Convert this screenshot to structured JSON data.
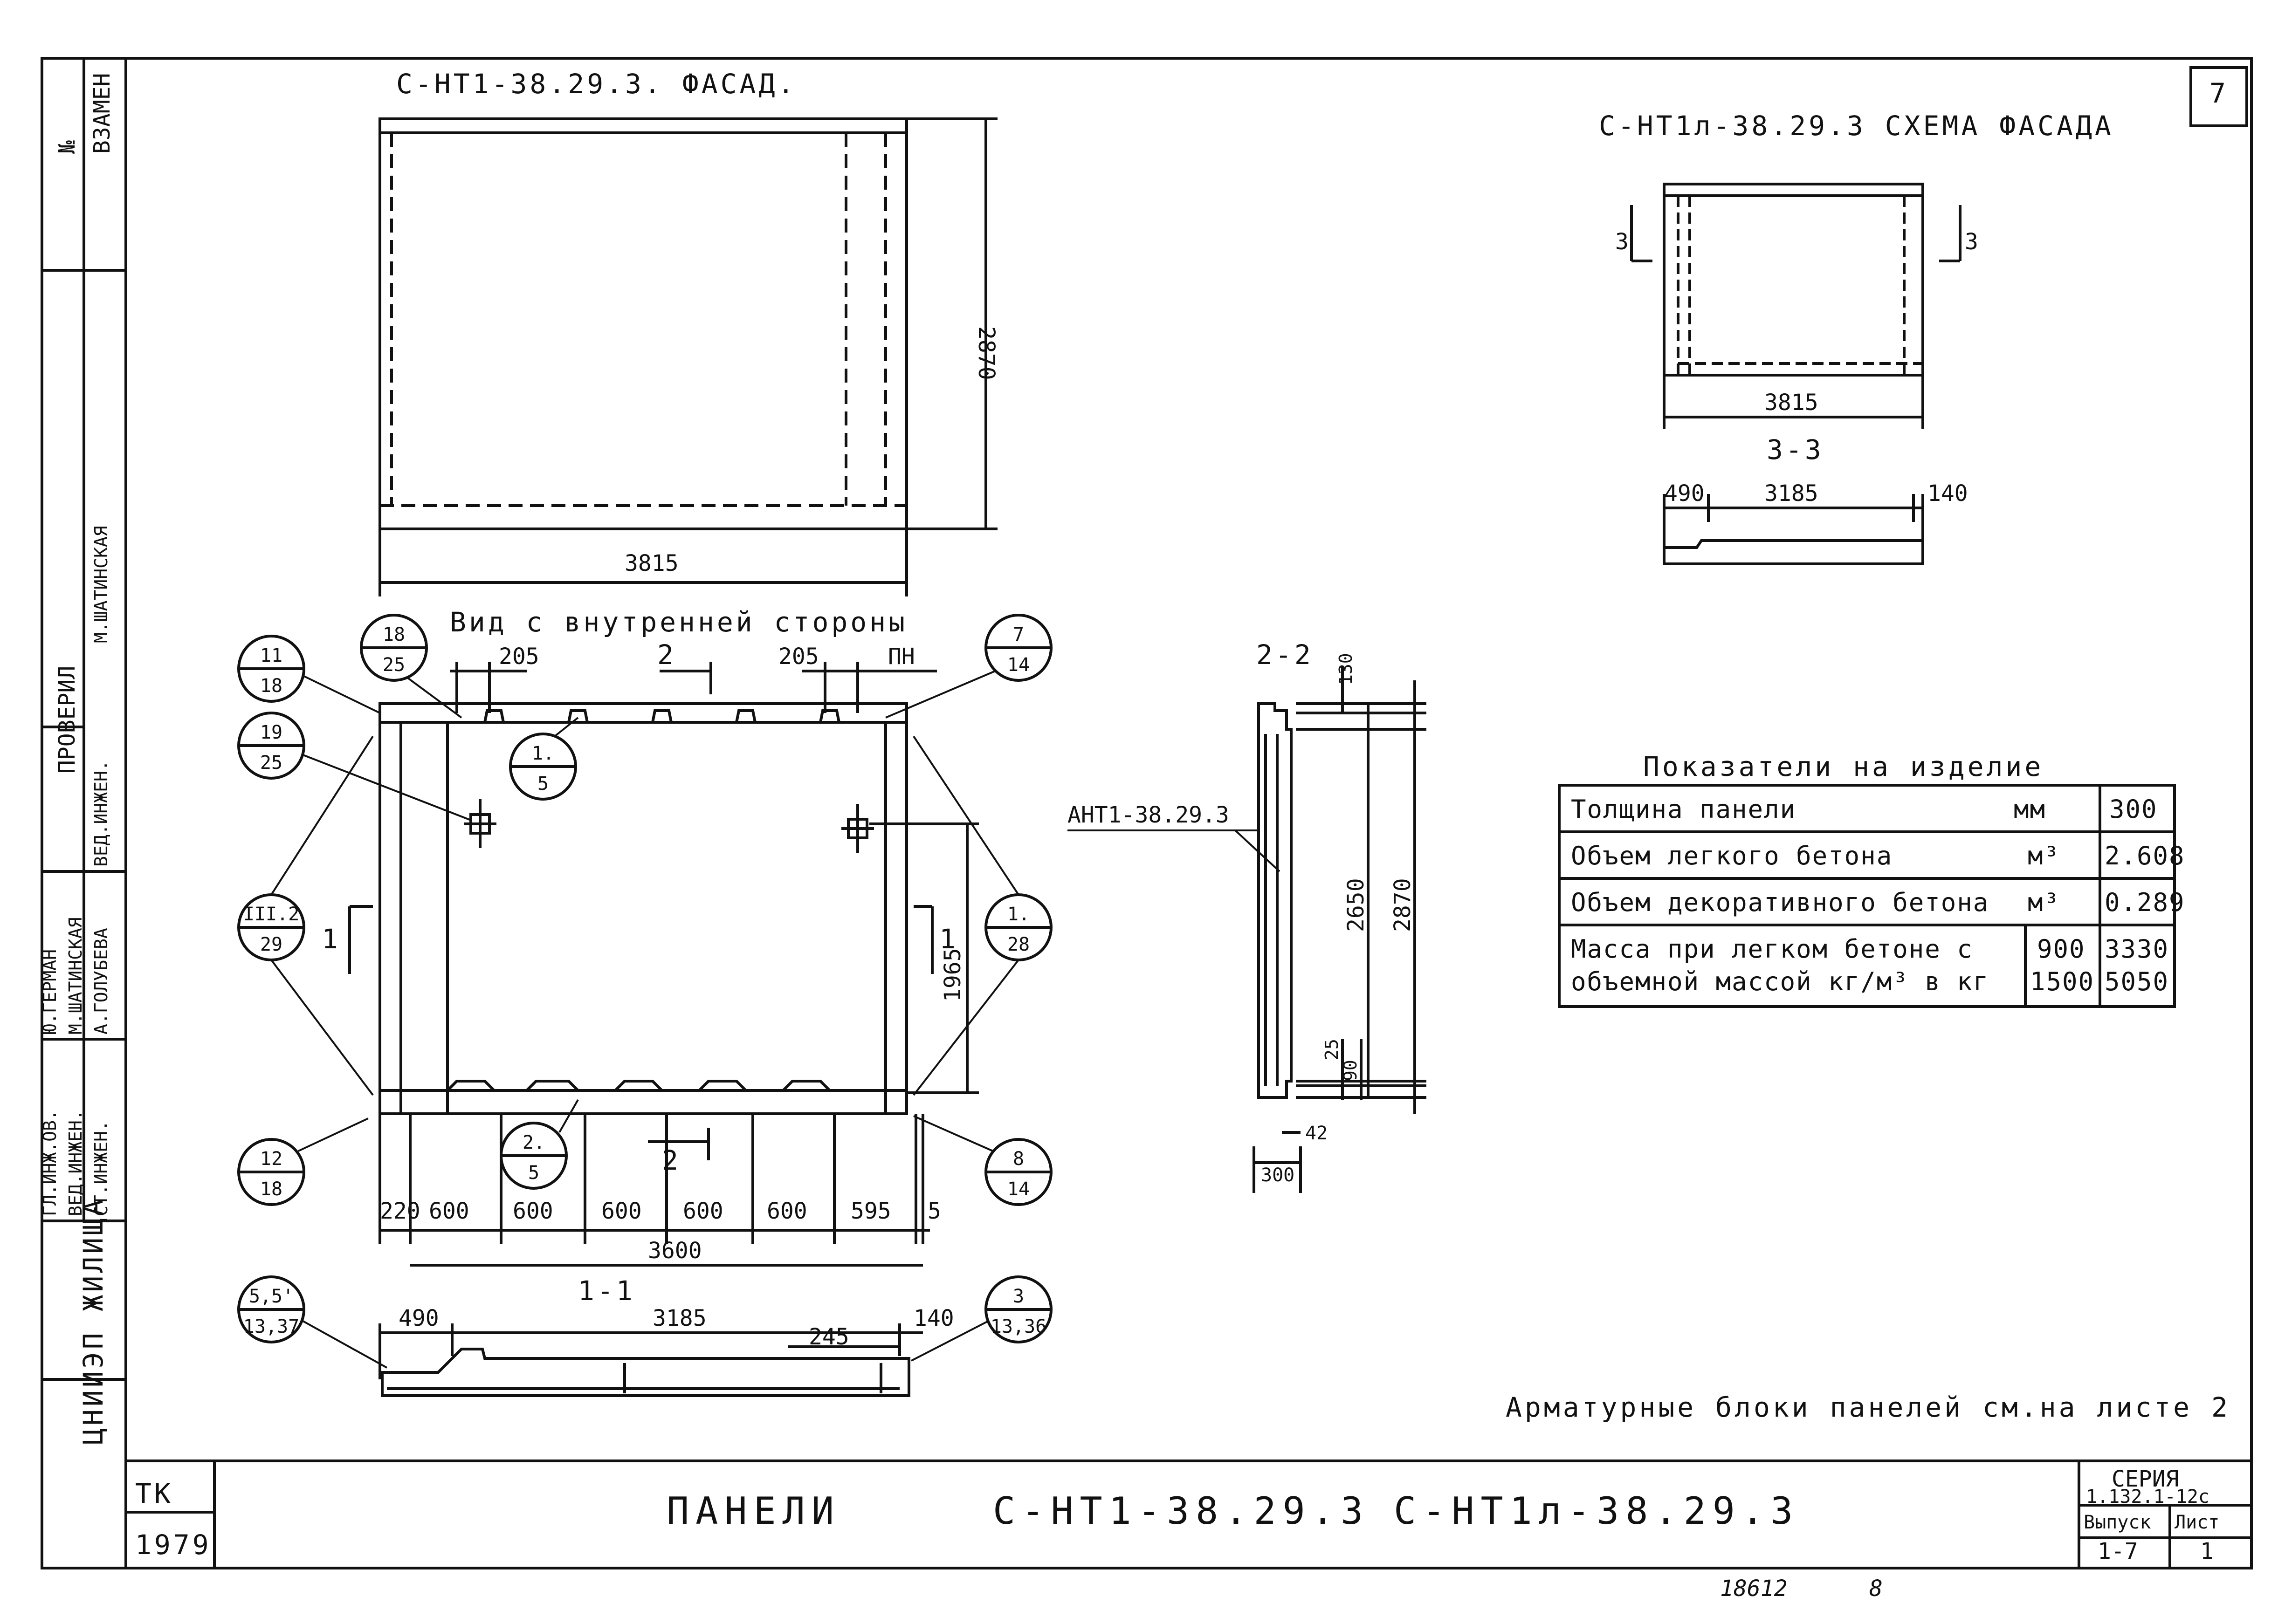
{
  "sheet_number": "7",
  "facade": {
    "title": "С-НТ1-38.29.3. ФАСАД.",
    "width": "3815",
    "height": "2870"
  },
  "facade_scheme": {
    "title": "С-НТ1л-38.29.3 СХЕМА ФАСАДА",
    "width": "3815",
    "cut_left": "3",
    "cut_right": "3"
  },
  "section_3_3": {
    "title": "3-3",
    "dims": [
      "490",
      "3185",
      "140"
    ]
  },
  "inner_view": {
    "title": "Вид с внутренней стороны",
    "top_dims": [
      "205",
      "205"
    ],
    "top_mark": "ПН",
    "cut_mark": "2",
    "bottom_dims": [
      "220",
      "600",
      "600",
      "600",
      "600",
      "600",
      "595",
      "5"
    ],
    "total_dim": "3600",
    "height_dim": "1965",
    "cut_side": "1",
    "callouts": [
      {
        "top": "18",
        "bottom": "25"
      },
      {
        "top": "7",
        "bottom": "14"
      },
      {
        "top": "11",
        "bottom": "18"
      },
      {
        "top": "19",
        "bottom": "25"
      },
      {
        "top": "1.",
        "bottom": "5"
      },
      {
        "top": "III.2",
        "bottom": "29"
      },
      {
        "top": "1.",
        "bottom": "28"
      },
      {
        "top": "12",
        "bottom": "18"
      },
      {
        "top": "2.",
        "bottom": "5"
      },
      {
        "top": "8",
        "bottom": "14"
      }
    ]
  },
  "section_1_1": {
    "title": "1-1",
    "dims": [
      "490",
      "3185",
      "140",
      "245"
    ],
    "callouts": [
      {
        "top": "5,5'",
        "bottom": "13,37"
      },
      {
        "top": "3",
        "bottom": "13,36"
      }
    ]
  },
  "section_2_2": {
    "title": "2-2",
    "label": "АНТ1-38.29.3",
    "dims": [
      "130",
      "2650",
      "2870",
      "25",
      "90",
      "42",
      "300"
    ]
  },
  "indicators": {
    "title": "Показатели на изделие",
    "rows": [
      {
        "name": "Толщина панели",
        "unit": "мм",
        "value": "300"
      },
      {
        "name": "Объем легкого бетона",
        "unit": "м³",
        "value": "2.608"
      },
      {
        "name": "Объем декоративного бетона",
        "unit": "м³",
        "value": "0.289"
      }
    ],
    "mass": {
      "line1": "Масса при легком бетоне с",
      "line2": "объемной массой кг/м³ в кг",
      "values": [
        {
          "density": "900",
          "mass": "3330"
        },
        {
          "density": "1500",
          "mass": "5050"
        }
      ]
    }
  },
  "note": "Арматурные блоки панелей см.на листе 2",
  "title_block": {
    "org": "ТК",
    "year": "1979",
    "title_word": "ПАНЕЛИ",
    "product1": "С-НТ1-38.29.3",
    "product2": "С-НТ1л-38.29.3",
    "series_label": "СЕРИЯ",
    "series_value": "1.132.1-12с",
    "issue_label": "Выпуск",
    "issue_value": "1-7",
    "sheet_label": "Лист",
    "sheet_value": "1"
  },
  "side_stamp": {
    "org": "ЦНИИЭП ЖИЛИЩА",
    "no_label": "№",
    "replace_label": "ВЗАМЕН",
    "checked_label": "ПРОВЕРИЛ",
    "roles": [
      "ГЛ.ИНЖ.ОВ.",
      "ВЕД.ИНЖЕН.",
      "СТ.ИНЖЕН."
    ],
    "names": [
      "Ю.ГЕРМАН",
      "М.ШАТИНСКАЯ",
      "А.ГОЛУБЕВА"
    ],
    "checker_role": "ВЕД.ИНЖЕН.",
    "checker_name": "М.ШАТИНСКАЯ"
  },
  "archive_number": "18612",
  "archive_page": "8"
}
